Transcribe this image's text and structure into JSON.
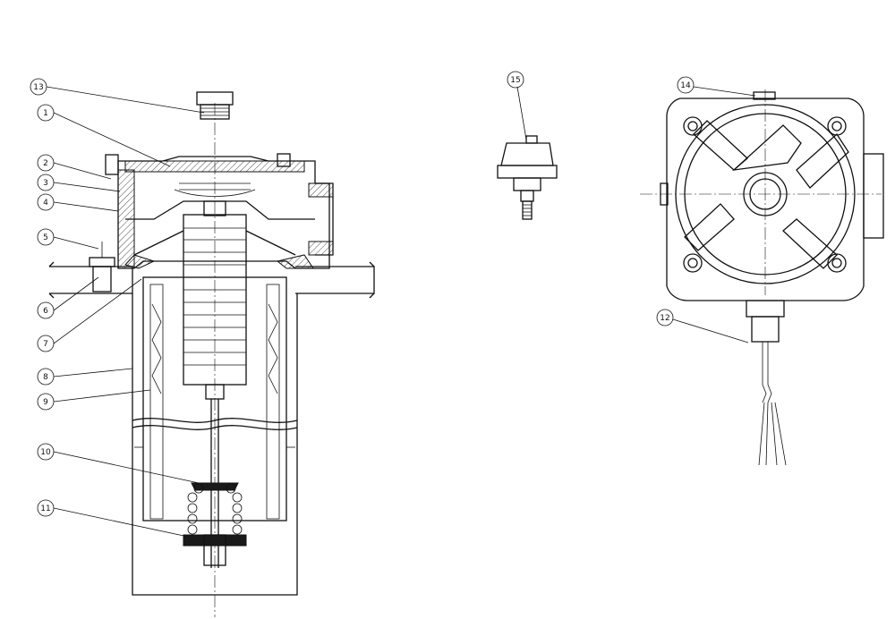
{
  "balloons": [
    {
      "id": "balloon-13",
      "label": "13"
    },
    {
      "id": "balloon-1",
      "label": "1"
    },
    {
      "id": "balloon-2",
      "label": "2"
    },
    {
      "id": "balloon-3",
      "label": "3"
    },
    {
      "id": "balloon-4",
      "label": "4"
    },
    {
      "id": "balloon-5",
      "label": "5"
    },
    {
      "id": "balloon-6",
      "label": "6"
    },
    {
      "id": "balloon-7",
      "label": "7"
    },
    {
      "id": "balloon-8",
      "label": "8"
    },
    {
      "id": "balloon-9",
      "label": "9"
    },
    {
      "id": "balloon-10",
      "label": "10"
    },
    {
      "id": "balloon-11",
      "label": "11"
    },
    {
      "id": "balloon-15",
      "label": "15"
    },
    {
      "id": "balloon-14",
      "label": "14"
    },
    {
      "id": "balloon-12",
      "label": "12"
    }
  ]
}
